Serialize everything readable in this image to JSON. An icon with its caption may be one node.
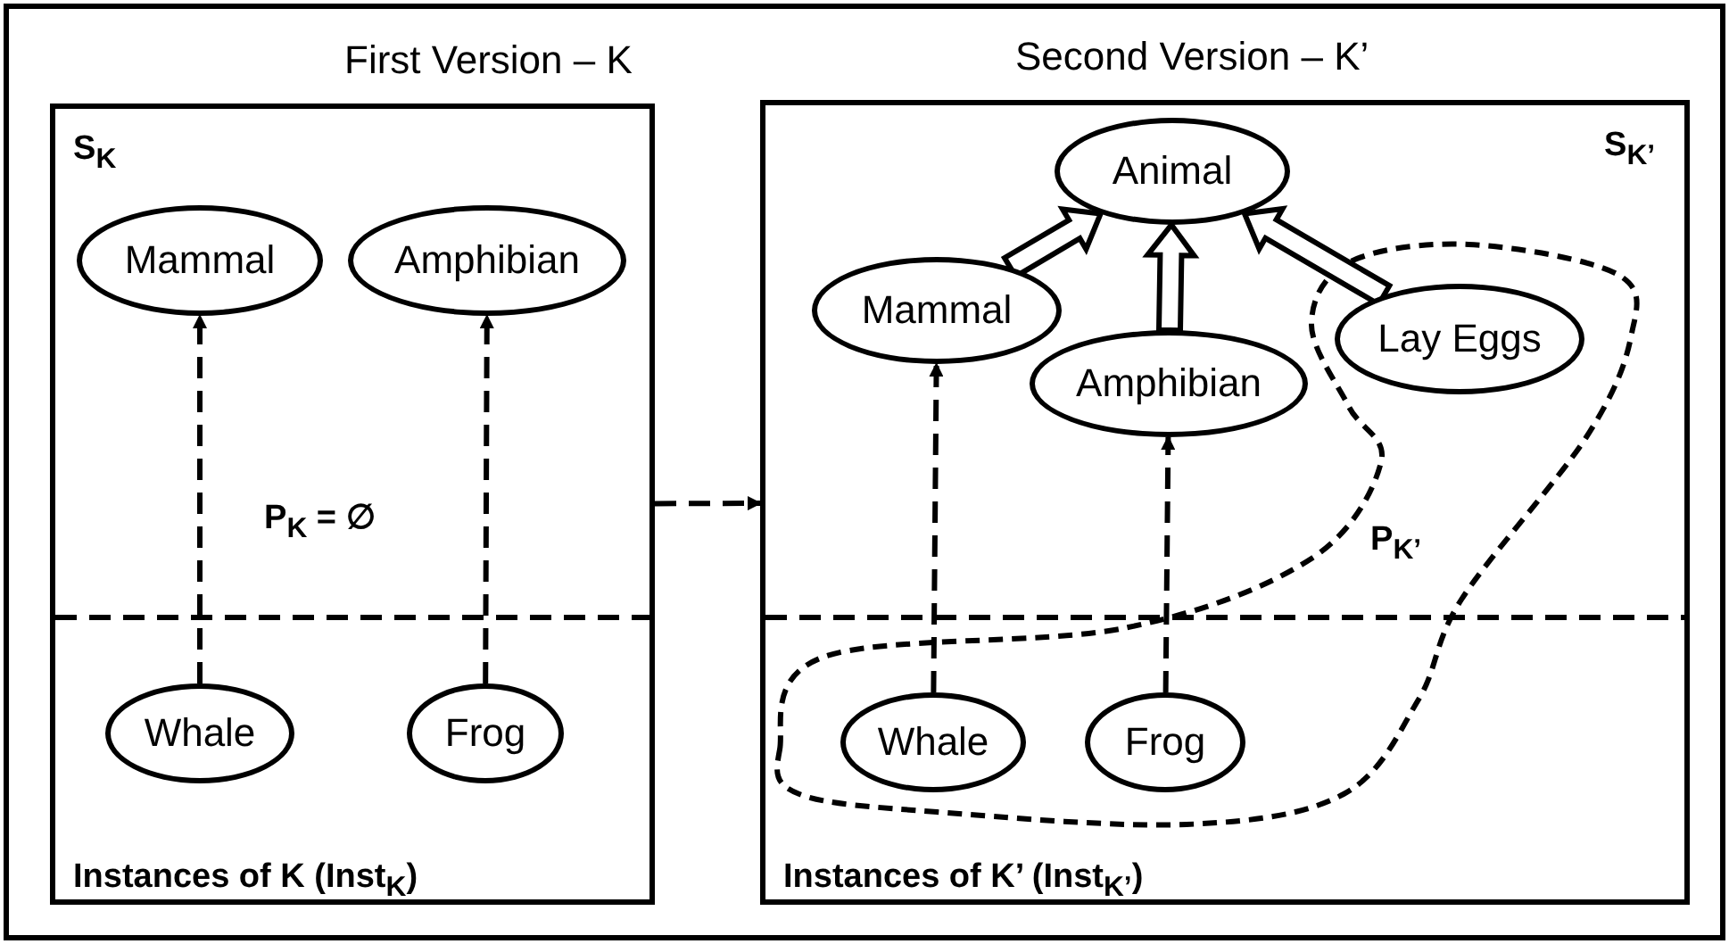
{
  "diagram": {
    "nodes": [
      {
        "text": [
          "First Version – K",
          "S$_{K}$",
          "Instances of K (Inst$_{K}$)"
        ]
      },
      {
        "text": [
          "Mammal"
        ],
        "in": 0
      },
      {
        "text": [
          "Amphibian"
        ],
        "in": 0
      },
      {
        "text": [
          "Whale"
        ],
        "in": 0
      },
      {
        "text": [
          "Frog"
        ],
        "in": 0
      },
      {
        "text": [
          "Second Version – K’",
          "S$_{K’}$",
          "Instances of K’ (Inst$_{K’}$)"
        ]
      },
      {
        "text": [
          "Animal"
        ],
        "in": 5
      },
      {
        "text": [
          "Mammal"
        ],
        "in": 5
      },
      {
        "text": [
          "Amphibian"
        ],
        "in": 5
      },
      {
        "text": [
          "Lay Eggs"
        ],
        "in": 5
      },
      {
        "text": [
          "Whale"
        ],
        "in": 5
      },
      {
        "text": [
          "Frog"
        ],
        "in": 5
      }
    ],
    "edges": [
      {
        "from": 3,
        "to": 1,
        "arrow": "to",
        "style": "dashed"
      },
      {
        "from": 4,
        "to": 2,
        "arrow": "to",
        "style": "dashed"
      },
      {
        "from": 0,
        "to": 5,
        "arrow": "to",
        "style": "dashed"
      },
      {
        "from": 7,
        "to": 6,
        "arrow": "to",
        "style": "thick"
      },
      {
        "from": 8,
        "to": 6,
        "arrow": "to",
        "style": "thick"
      },
      {
        "from": 9,
        "to": 6,
        "arrow": "to",
        "style": "thick"
      },
      {
        "from": 10,
        "to": 7,
        "arrow": "to",
        "style": "dashed"
      },
      {
        "from": 11,
        "to": 8,
        "arrow": "to",
        "style": "dashed"
      }
    ],
    "labels": [
      "P$_{K}$ = ∅",
      "P$_{K’}$"
    ]
  }
}
